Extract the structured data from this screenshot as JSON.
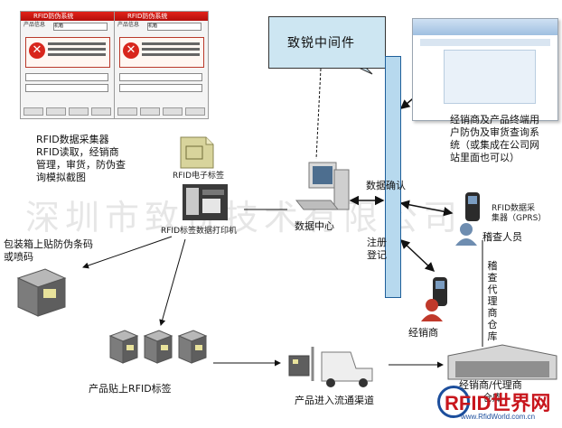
{
  "middleware": {
    "label": "致锐中间件"
  },
  "pda_screens": {
    "screen_left": {
      "title": "RFID防伪系统",
      "field_label": "产品信息",
      "field_value": "机箱"
    },
    "screen_right": {
      "title": "RFID防伪系统",
      "field_label": "产品信息",
      "field_value": "机箱"
    }
  },
  "labels": {
    "rfid_collector": [
      "RFID数据采集器",
      "RFID读取，经销商",
      "管理，审货，防伪查",
      "询模拟截图"
    ],
    "rfid_tag": "RFID电子标签",
    "printer": "RFID标签数据打印机",
    "pack_barcode": [
      "包装箱上贴防伪条码",
      "或喷码"
    ],
    "data_center": "数据中心",
    "data_confirm": "数据确认",
    "register": [
      "注册",
      "登记"
    ],
    "dealer_system": [
      "经销商及产品终端用",
      "户防伪及审货查询系",
      "统（或集成在公司网",
      "站里面也可以）"
    ],
    "rfid_gprs": [
      "RFID数据采",
      "集器（GPRS）"
    ],
    "inspector": "稽查人员",
    "dealer": "经销商",
    "agent_warehouse": [
      "稽",
      "查",
      "代",
      "理",
      "商",
      "仓",
      "库"
    ],
    "product_tag": "产品贴上RFID标签",
    "product_channel": "产品进入流通渠道",
    "warehouse_bottom": [
      "经销商/代理商",
      "仓库"
    ]
  },
  "watermark": "深圳市致锐技术有限公司",
  "logo": {
    "text": "RFID世界网",
    "url": "www.RfidWorld.com.cn"
  },
  "colors": {
    "accent": "#1f5f9a",
    "logo_red": "#c8161d",
    "logo_blue": "#1c4e9c"
  }
}
